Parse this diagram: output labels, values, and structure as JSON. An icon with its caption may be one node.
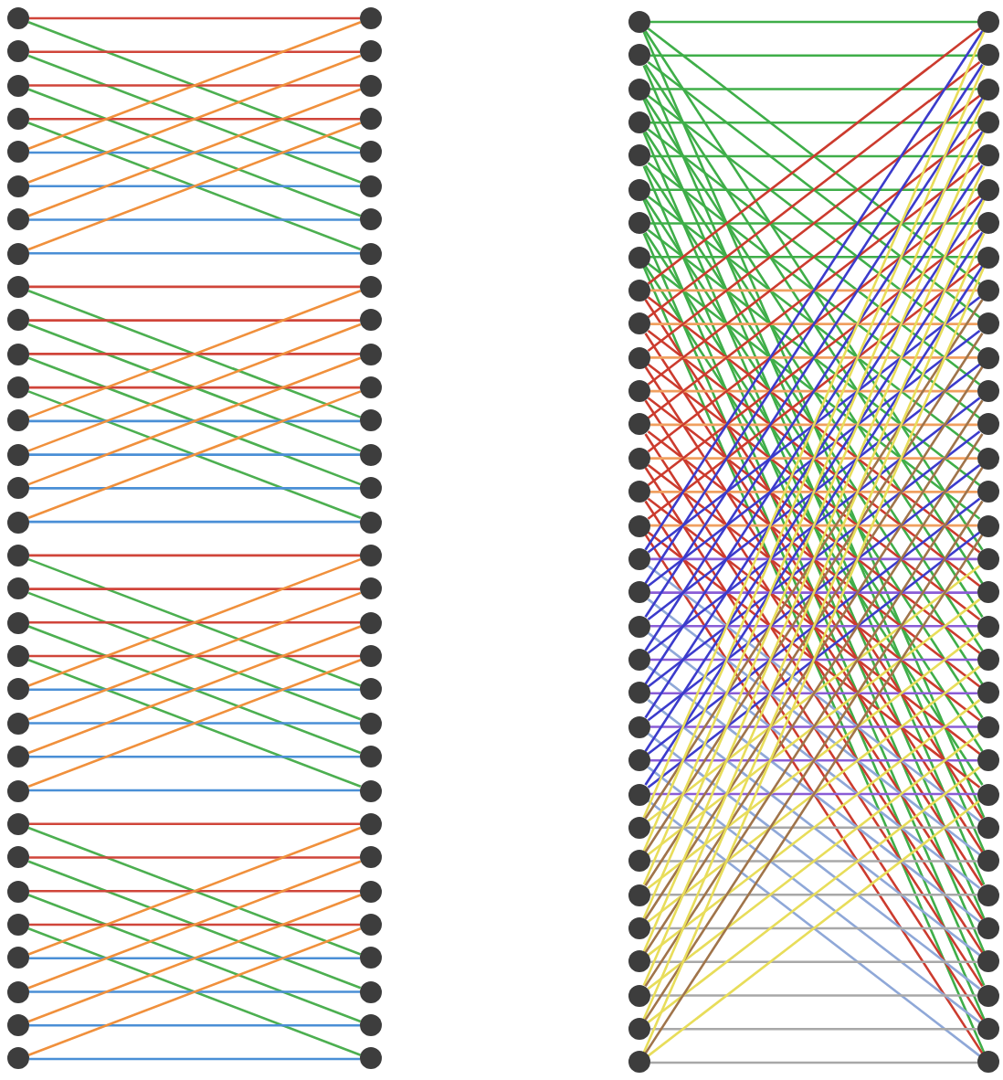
{
  "diagram": {
    "nodes": [
      {
        "text": [],
        "shape": "circle"
      },
      {
        "text": [],
        "shape": "circle"
      },
      {
        "text": [],
        "shape": "circle"
      },
      {
        "text": [],
        "shape": "circle"
      },
      {
        "text": [],
        "shape": "circle"
      },
      {
        "text": [],
        "shape": "circle"
      },
      {
        "text": [],
        "shape": "circle"
      },
      {
        "text": [],
        "shape": "circle"
      },
      {
        "text": [],
        "shape": "circle"
      },
      {
        "text": [],
        "shape": "circle"
      },
      {
        "text": [],
        "shape": "circle"
      },
      {
        "text": [],
        "shape": "circle"
      },
      {
        "text": [],
        "shape": "circle"
      },
      {
        "text": [],
        "shape": "circle"
      },
      {
        "text": [],
        "shape": "circle"
      },
      {
        "text": [],
        "shape": "circle"
      },
      {
        "text": [],
        "shape": "circle"
      },
      {
        "text": [],
        "shape": "circle"
      },
      {
        "text": [],
        "shape": "circle"
      },
      {
        "text": [],
        "shape": "circle"
      },
      {
        "text": [],
        "shape": "circle"
      },
      {
        "text": [],
        "shape": "circle"
      },
      {
        "text": [],
        "shape": "circle"
      },
      {
        "text": [],
        "shape": "circle"
      },
      {
        "text": [],
        "shape": "circle"
      },
      {
        "text": [],
        "shape": "circle"
      },
      {
        "text": [],
        "shape": "circle"
      },
      {
        "text": [],
        "shape": "circle"
      },
      {
        "text": [],
        "shape": "circle"
      },
      {
        "text": [],
        "shape": "circle"
      },
      {
        "text": [],
        "shape": "circle"
      },
      {
        "text": [],
        "shape": "circle"
      },
      {
        "text": [],
        "shape": "circle"
      },
      {
        "text": [],
        "shape": "circle"
      },
      {
        "text": [],
        "shape": "circle"
      },
      {
        "text": [],
        "shape": "circle"
      },
      {
        "text": [],
        "shape": "circle"
      },
      {
        "text": [],
        "shape": "circle"
      },
      {
        "text": [],
        "shape": "circle"
      },
      {
        "text": [],
        "shape": "circle"
      },
      {
        "text": [],
        "shape": "circle"
      },
      {
        "text": [],
        "shape": "circle"
      },
      {
        "text": [],
        "shape": "circle"
      },
      {
        "text": [],
        "shape": "circle"
      },
      {
        "text": [],
        "shape": "circle"
      },
      {
        "text": [],
        "shape": "circle"
      },
      {
        "text": [],
        "shape": "circle"
      },
      {
        "text": [],
        "shape": "circle"
      },
      {
        "text": [],
        "shape": "circle"
      },
      {
        "text": [],
        "shape": "circle"
      },
      {
        "text": [],
        "shape": "circle"
      },
      {
        "text": [],
        "shape": "circle"
      },
      {
        "text": [],
        "shape": "circle"
      },
      {
        "text": [],
        "shape": "circle"
      },
      {
        "text": [],
        "shape": "circle"
      },
      {
        "text": [],
        "shape": "circle"
      },
      {
        "text": [],
        "shape": "circle"
      },
      {
        "text": [],
        "shape": "circle"
      },
      {
        "text": [],
        "shape": "circle"
      },
      {
        "text": [],
        "shape": "circle"
      },
      {
        "text": [],
        "shape": "circle"
      },
      {
        "text": [],
        "shape": "circle"
      },
      {
        "text": [],
        "shape": "circle"
      },
      {
        "text": [],
        "shape": "circle"
      },
      {
        "text": [],
        "shape": "circle"
      },
      {
        "text": [],
        "shape": "circle"
      },
      {
        "text": [],
        "shape": "circle"
      },
      {
        "text": [],
        "shape": "circle"
      },
      {
        "text": [],
        "shape": "circle"
      },
      {
        "text": [],
        "shape": "circle"
      },
      {
        "text": [],
        "shape": "circle"
      },
      {
        "text": [],
        "shape": "circle"
      },
      {
        "text": [],
        "shape": "circle"
      },
      {
        "text": [],
        "shape": "circle"
      },
      {
        "text": [],
        "shape": "circle"
      },
      {
        "text": [],
        "shape": "circle"
      },
      {
        "text": [],
        "shape": "circle"
      },
      {
        "text": [],
        "shape": "circle"
      },
      {
        "text": [],
        "shape": "circle"
      },
      {
        "text": [],
        "shape": "circle"
      },
      {
        "text": [],
        "shape": "circle"
      },
      {
        "text": [],
        "shape": "circle"
      },
      {
        "text": [],
        "shape": "circle"
      },
      {
        "text": [],
        "shape": "circle"
      },
      {
        "text": [],
        "shape": "circle"
      },
      {
        "text": [],
        "shape": "circle"
      },
      {
        "text": [],
        "shape": "circle"
      },
      {
        "text": [],
        "shape": "circle"
      },
      {
        "text": [],
        "shape": "circle"
      },
      {
        "text": [],
        "shape": "circle"
      },
      {
        "text": [],
        "shape": "circle"
      },
      {
        "text": [],
        "shape": "circle"
      },
      {
        "text": [],
        "shape": "circle"
      },
      {
        "text": [],
        "shape": "circle"
      },
      {
        "text": [],
        "shape": "circle"
      },
      {
        "text": [],
        "shape": "circle"
      },
      {
        "text": [],
        "shape": "circle"
      },
      {
        "text": [],
        "shape": "circle"
      },
      {
        "text": [],
        "shape": "circle"
      },
      {
        "text": [],
        "shape": "circle"
      },
      {
        "text": [],
        "shape": "circle"
      },
      {
        "text": [],
        "shape": "circle"
      },
      {
        "text": [],
        "shape": "circle"
      },
      {
        "text": [],
        "shape": "circle"
      },
      {
        "text": [],
        "shape": "circle"
      },
      {
        "text": [],
        "shape": "circle"
      },
      {
        "text": [],
        "shape": "circle"
      },
      {
        "text": [],
        "shape": "circle"
      },
      {
        "text": [],
        "shape": "circle"
      },
      {
        "text": [],
        "shape": "circle"
      },
      {
        "text": [],
        "shape": "circle"
      },
      {
        "text": [],
        "shape": "circle"
      },
      {
        "text": [],
        "shape": "circle"
      },
      {
        "text": [],
        "shape": "circle"
      },
      {
        "text": [],
        "shape": "circle"
      },
      {
        "text": [],
        "shape": "circle"
      },
      {
        "text": [],
        "shape": "circle"
      },
      {
        "text": [],
        "shape": "circle"
      },
      {
        "text": [],
        "shape": "circle"
      },
      {
        "text": [],
        "shape": "circle"
      },
      {
        "text": [],
        "shape": "circle"
      },
      {
        "text": [],
        "shape": "circle"
      },
      {
        "text": [],
        "shape": "circle"
      },
      {
        "text": [],
        "shape": "circle"
      },
      {
        "text": [],
        "shape": "circle"
      },
      {
        "text": [],
        "shape": "circle"
      },
      {
        "text": [],
        "shape": "circle"
      },
      {
        "text": [],
        "shape": "circle"
      }
    ],
    "edges": [
      {
        "from": 0,
        "to": 32,
        "arrow": "none",
        "color": "#d0453a"
      },
      {
        "from": 0,
        "to": 36,
        "arrow": "none",
        "color": "#4caf50"
      },
      {
        "from": 1,
        "to": 33,
        "arrow": "none",
        "color": "#d0453a"
      },
      {
        "from": 1,
        "to": 37,
        "arrow": "none",
        "color": "#4caf50"
      },
      {
        "from": 2,
        "to": 34,
        "arrow": "none",
        "color": "#d0453a"
      },
      {
        "from": 2,
        "to": 38,
        "arrow": "none",
        "color": "#4caf50"
      },
      {
        "from": 3,
        "to": 35,
        "arrow": "none",
        "color": "#d0453a"
      },
      {
        "from": 3,
        "to": 39,
        "arrow": "none",
        "color": "#4caf50"
      },
      {
        "from": 4,
        "to": 36,
        "arrow": "none",
        "color": "#4a8fd6"
      },
      {
        "from": 4,
        "to": 32,
        "arrow": "none",
        "color": "#f0903c"
      },
      {
        "from": 5,
        "to": 37,
        "arrow": "none",
        "color": "#4a8fd6"
      },
      {
        "from": 5,
        "to": 33,
        "arrow": "none",
        "color": "#f0903c"
      },
      {
        "from": 6,
        "to": 38,
        "arrow": "none",
        "color": "#4a8fd6"
      },
      {
        "from": 6,
        "to": 34,
        "arrow": "none",
        "color": "#f0903c"
      },
      {
        "from": 7,
        "to": 39,
        "arrow": "none",
        "color": "#4a8fd6"
      },
      {
        "from": 7,
        "to": 35,
        "arrow": "none",
        "color": "#f0903c"
      },
      {
        "from": 8,
        "to": 40,
        "arrow": "none",
        "color": "#d0453a"
      },
      {
        "from": 8,
        "to": 44,
        "arrow": "none",
        "color": "#4caf50"
      },
      {
        "from": 9,
        "to": 41,
        "arrow": "none",
        "color": "#d0453a"
      },
      {
        "from": 9,
        "to": 45,
        "arrow": "none",
        "color": "#4caf50"
      },
      {
        "from": 10,
        "to": 42,
        "arrow": "none",
        "color": "#d0453a"
      },
      {
        "from": 10,
        "to": 46,
        "arrow": "none",
        "color": "#4caf50"
      },
      {
        "from": 11,
        "to": 43,
        "arrow": "none",
        "color": "#d0453a"
      },
      {
        "from": 11,
        "to": 47,
        "arrow": "none",
        "color": "#4caf50"
      },
      {
        "from": 12,
        "to": 44,
        "arrow": "none",
        "color": "#4a8fd6"
      },
      {
        "from": 12,
        "to": 40,
        "arrow": "none",
        "color": "#f0903c"
      },
      {
        "from": 13,
        "to": 45,
        "arrow": "none",
        "color": "#4a8fd6"
      },
      {
        "from": 13,
        "to": 41,
        "arrow": "none",
        "color": "#f0903c"
      },
      {
        "from": 14,
        "to": 46,
        "arrow": "none",
        "color": "#4a8fd6"
      },
      {
        "from": 14,
        "to": 42,
        "arrow": "none",
        "color": "#f0903c"
      },
      {
        "from": 15,
        "to": 47,
        "arrow": "none",
        "color": "#4a8fd6"
      },
      {
        "from": 15,
        "to": 43,
        "arrow": "none",
        "color": "#f0903c"
      },
      {
        "from": 16,
        "to": 48,
        "arrow": "none",
        "color": "#d0453a"
      },
      {
        "from": 16,
        "to": 52,
        "arrow": "none",
        "color": "#4caf50"
      },
      {
        "from": 17,
        "to": 49,
        "arrow": "none",
        "color": "#d0453a"
      },
      {
        "from": 17,
        "to": 53,
        "arrow": "none",
        "color": "#4caf50"
      },
      {
        "from": 18,
        "to": 50,
        "arrow": "none",
        "color": "#d0453a"
      },
      {
        "from": 18,
        "to": 54,
        "arrow": "none",
        "color": "#4caf50"
      },
      {
        "from": 19,
        "to": 51,
        "arrow": "none",
        "color": "#d0453a"
      },
      {
        "from": 19,
        "to": 55,
        "arrow": "none",
        "color": "#4caf50"
      },
      {
        "from": 20,
        "to": 52,
        "arrow": "none",
        "color": "#4a8fd6"
      },
      {
        "from": 20,
        "to": 48,
        "arrow": "none",
        "color": "#f0903c"
      },
      {
        "from": 21,
        "to": 53,
        "arrow": "none",
        "color": "#4a8fd6"
      },
      {
        "from": 21,
        "to": 49,
        "arrow": "none",
        "color": "#f0903c"
      },
      {
        "from": 22,
        "to": 54,
        "arrow": "none",
        "color": "#4a8fd6"
      },
      {
        "from": 22,
        "to": 50,
        "arrow": "none",
        "color": "#f0903c"
      },
      {
        "from": 23,
        "to": 55,
        "arrow": "none",
        "color": "#4a8fd6"
      },
      {
        "from": 23,
        "to": 51,
        "arrow": "none",
        "color": "#f0903c"
      },
      {
        "from": 24,
        "to": 56,
        "arrow": "none",
        "color": "#d0453a"
      },
      {
        "from": 24,
        "to": 60,
        "arrow": "none",
        "color": "#4caf50"
      },
      {
        "from": 25,
        "to": 57,
        "arrow": "none",
        "color": "#d0453a"
      },
      {
        "from": 25,
        "to": 61,
        "arrow": "none",
        "color": "#4caf50"
      },
      {
        "from": 26,
        "to": 58,
        "arrow": "none",
        "color": "#d0453a"
      },
      {
        "from": 26,
        "to": 62,
        "arrow": "none",
        "color": "#4caf50"
      },
      {
        "from": 27,
        "to": 59,
        "arrow": "none",
        "color": "#d0453a"
      },
      {
        "from": 27,
        "to": 63,
        "arrow": "none",
        "color": "#4caf50"
      },
      {
        "from": 28,
        "to": 60,
        "arrow": "none",
        "color": "#4a8fd6"
      },
      {
        "from": 28,
        "to": 56,
        "arrow": "none",
        "color": "#f0903c"
      },
      {
        "from": 29,
        "to": 61,
        "arrow": "none",
        "color": "#4a8fd6"
      },
      {
        "from": 29,
        "to": 57,
        "arrow": "none",
        "color": "#f0903c"
      },
      {
        "from": 30,
        "to": 62,
        "arrow": "none",
        "color": "#4a8fd6"
      },
      {
        "from": 30,
        "to": 58,
        "arrow": "none",
        "color": "#f0903c"
      },
      {
        "from": 31,
        "to": 63,
        "arrow": "none",
        "color": "#4a8fd6"
      },
      {
        "from": 31,
        "to": 59,
        "arrow": "none",
        "color": "#f0903c"
      },
      {
        "from": 64,
        "to": 96,
        "arrow": "none",
        "color": "#3fae49"
      },
      {
        "from": 64,
        "to": 104,
        "arrow": "none",
        "color": "#3fae49"
      },
      {
        "from": 64,
        "to": 112,
        "arrow": "none",
        "color": "#3fae49"
      },
      {
        "from": 64,
        "to": 120,
        "arrow": "none",
        "color": "#3fae49"
      },
      {
        "from": 65,
        "to": 97,
        "arrow": "none",
        "color": "#3fae49"
      },
      {
        "from": 65,
        "to": 105,
        "arrow": "none",
        "color": "#3fae49"
      },
      {
        "from": 65,
        "to": 113,
        "arrow": "none",
        "color": "#3fae49"
      },
      {
        "from": 65,
        "to": 121,
        "arrow": "none",
        "color": "#3fae49"
      },
      {
        "from": 66,
        "to": 98,
        "arrow": "none",
        "color": "#3fae49"
      },
      {
        "from": 66,
        "to": 106,
        "arrow": "none",
        "color": "#3fae49"
      },
      {
        "from": 66,
        "to": 114,
        "arrow": "none",
        "color": "#3fae49"
      },
      {
        "from": 66,
        "to": 122,
        "arrow": "none",
        "color": "#3fae49"
      },
      {
        "from": 67,
        "to": 99,
        "arrow": "none",
        "color": "#3fae49"
      },
      {
        "from": 67,
        "to": 107,
        "arrow": "none",
        "color": "#3fae49"
      },
      {
        "from": 67,
        "to": 115,
        "arrow": "none",
        "color": "#3fae49"
      },
      {
        "from": 67,
        "to": 123,
        "arrow": "none",
        "color": "#3fae49"
      },
      {
        "from": 68,
        "to": 100,
        "arrow": "none",
        "color": "#3fae49"
      },
      {
        "from": 68,
        "to": 108,
        "arrow": "none",
        "color": "#3fae49"
      },
      {
        "from": 68,
        "to": 116,
        "arrow": "none",
        "color": "#3fae49"
      },
      {
        "from": 68,
        "to": 124,
        "arrow": "none",
        "color": "#3fae49"
      },
      {
        "from": 69,
        "to": 101,
        "arrow": "none",
        "color": "#3fae49"
      },
      {
        "from": 69,
        "to": 109,
        "arrow": "none",
        "color": "#3fae49"
      },
      {
        "from": 69,
        "to": 117,
        "arrow": "none",
        "color": "#3fae49"
      },
      {
        "from": 69,
        "to": 125,
        "arrow": "none",
        "color": "#3fae49"
      },
      {
        "from": 70,
        "to": 102,
        "arrow": "none",
        "color": "#3fae49"
      },
      {
        "from": 70,
        "to": 110,
        "arrow": "none",
        "color": "#3fae49"
      },
      {
        "from": 70,
        "to": 118,
        "arrow": "none",
        "color": "#3fae49"
      },
      {
        "from": 70,
        "to": 126,
        "arrow": "none",
        "color": "#3fae49"
      },
      {
        "from": 71,
        "to": 103,
        "arrow": "none",
        "color": "#3fae49"
      },
      {
        "from": 71,
        "to": 111,
        "arrow": "none",
        "color": "#3fae49"
      },
      {
        "from": 71,
        "to": 119,
        "arrow": "none",
        "color": "#3fae49"
      },
      {
        "from": 71,
        "to": 127,
        "arrow": "none",
        "color": "#3fae49"
      },
      {
        "from": 72,
        "to": 96,
        "arrow": "none",
        "color": "#cc3b2e"
      },
      {
        "from": 72,
        "to": 104,
        "arrow": "none",
        "color": "#f0a060"
      },
      {
        "from": 72,
        "to": 112,
        "arrow": "none",
        "color": "#cc3b2e"
      },
      {
        "from": 72,
        "to": 120,
        "arrow": "none",
        "color": "#cc3b2e"
      },
      {
        "from": 73,
        "to": 97,
        "arrow": "none",
        "color": "#cc3b2e"
      },
      {
        "from": 73,
        "to": 105,
        "arrow": "none",
        "color": "#f0a060"
      },
      {
        "from": 73,
        "to": 113,
        "arrow": "none",
        "color": "#cc3b2e"
      },
      {
        "from": 73,
        "to": 121,
        "arrow": "none",
        "color": "#cc3b2e"
      },
      {
        "from": 74,
        "to": 98,
        "arrow": "none",
        "color": "#cc3b2e"
      },
      {
        "from": 74,
        "to": 106,
        "arrow": "none",
        "color": "#f0a060"
      },
      {
        "from": 74,
        "to": 114,
        "arrow": "none",
        "color": "#cc3b2e"
      },
      {
        "from": 74,
        "to": 122,
        "arrow": "none",
        "color": "#cc3b2e"
      },
      {
        "from": 75,
        "to": 99,
        "arrow": "none",
        "color": "#cc3b2e"
      },
      {
        "from": 75,
        "to": 107,
        "arrow": "none",
        "color": "#f0a060"
      },
      {
        "from": 75,
        "to": 115,
        "arrow": "none",
        "color": "#cc3b2e"
      },
      {
        "from": 75,
        "to": 123,
        "arrow": "none",
        "color": "#cc3b2e"
      },
      {
        "from": 76,
        "to": 100,
        "arrow": "none",
        "color": "#cc3b2e"
      },
      {
        "from": 76,
        "to": 108,
        "arrow": "none",
        "color": "#f0a060"
      },
      {
        "from": 76,
        "to": 116,
        "arrow": "none",
        "color": "#cc3b2e"
      },
      {
        "from": 76,
        "to": 124,
        "arrow": "none",
        "color": "#cc3b2e"
      },
      {
        "from": 77,
        "to": 101,
        "arrow": "none",
        "color": "#cc3b2e"
      },
      {
        "from": 77,
        "to": 109,
        "arrow": "none",
        "color": "#f0a060"
      },
      {
        "from": 77,
        "to": 117,
        "arrow": "none",
        "color": "#cc3b2e"
      },
      {
        "from": 77,
        "to": 125,
        "arrow": "none",
        "color": "#cc3b2e"
      },
      {
        "from": 78,
        "to": 102,
        "arrow": "none",
        "color": "#cc3b2e"
      },
      {
        "from": 78,
        "to": 110,
        "arrow": "none",
        "color": "#f0a060"
      },
      {
        "from": 78,
        "to": 118,
        "arrow": "none",
        "color": "#cc3b2e"
      },
      {
        "from": 78,
        "to": 126,
        "arrow": "none",
        "color": "#cc3b2e"
      },
      {
        "from": 79,
        "to": 103,
        "arrow": "none",
        "color": "#cc3b2e"
      },
      {
        "from": 79,
        "to": 111,
        "arrow": "none",
        "color": "#f0a060"
      },
      {
        "from": 79,
        "to": 119,
        "arrow": "none",
        "color": "#cc3b2e"
      },
      {
        "from": 79,
        "to": 127,
        "arrow": "none",
        "color": "#cc3b2e"
      },
      {
        "from": 80,
        "to": 96,
        "arrow": "none",
        "color": "#3b3bcc"
      },
      {
        "from": 80,
        "to": 104,
        "arrow": "none",
        "color": "#3b3bcc"
      },
      {
        "from": 80,
        "to": 112,
        "arrow": "none",
        "color": "#8a5cd6"
      },
      {
        "from": 80,
        "to": 120,
        "arrow": "none",
        "color": "#8fa8d8"
      },
      {
        "from": 81,
        "to": 97,
        "arrow": "none",
        "color": "#3b3bcc"
      },
      {
        "from": 81,
        "to": 105,
        "arrow": "none",
        "color": "#3b3bcc"
      },
      {
        "from": 81,
        "to": 113,
        "arrow": "none",
        "color": "#8a5cd6"
      },
      {
        "from": 81,
        "to": 121,
        "arrow": "none",
        "color": "#8fa8d8"
      },
      {
        "from": 82,
        "to": 98,
        "arrow": "none",
        "color": "#3b3bcc"
      },
      {
        "from": 82,
        "to": 106,
        "arrow": "none",
        "color": "#3b3bcc"
      },
      {
        "from": 82,
        "to": 114,
        "arrow": "none",
        "color": "#8a5cd6"
      },
      {
        "from": 82,
        "to": 122,
        "arrow": "none",
        "color": "#8fa8d8"
      },
      {
        "from": 83,
        "to": 99,
        "arrow": "none",
        "color": "#3b3bcc"
      },
      {
        "from": 83,
        "to": 107,
        "arrow": "none",
        "color": "#3b3bcc"
      },
      {
        "from": 83,
        "to": 115,
        "arrow": "none",
        "color": "#8a5cd6"
      },
      {
        "from": 83,
        "to": 123,
        "arrow": "none",
        "color": "#8fa8d8"
      },
      {
        "from": 84,
        "to": 100,
        "arrow": "none",
        "color": "#3b3bcc"
      },
      {
        "from": 84,
        "to": 108,
        "arrow": "none",
        "color": "#3b3bcc"
      },
      {
        "from": 84,
        "to": 116,
        "arrow": "none",
        "color": "#8a5cd6"
      },
      {
        "from": 84,
        "to": 124,
        "arrow": "none",
        "color": "#8fa8d8"
      },
      {
        "from": 85,
        "to": 101,
        "arrow": "none",
        "color": "#3b3bcc"
      },
      {
        "from": 85,
        "to": 109,
        "arrow": "none",
        "color": "#3b3bcc"
      },
      {
        "from": 85,
        "to": 117,
        "arrow": "none",
        "color": "#8a5cd6"
      },
      {
        "from": 85,
        "to": 125,
        "arrow": "none",
        "color": "#8fa8d8"
      },
      {
        "from": 86,
        "to": 102,
        "arrow": "none",
        "color": "#3b3bcc"
      },
      {
        "from": 86,
        "to": 110,
        "arrow": "none",
        "color": "#3b3bcc"
      },
      {
        "from": 86,
        "to": 118,
        "arrow": "none",
        "color": "#8a5cd6"
      },
      {
        "from": 86,
        "to": 126,
        "arrow": "none",
        "color": "#8fa8d8"
      },
      {
        "from": 87,
        "to": 103,
        "arrow": "none",
        "color": "#3b3bcc"
      },
      {
        "from": 87,
        "to": 111,
        "arrow": "none",
        "color": "#3b3bcc"
      },
      {
        "from": 87,
        "to": 119,
        "arrow": "none",
        "color": "#8a5cd6"
      },
      {
        "from": 87,
        "to": 127,
        "arrow": "none",
        "color": "#8fa8d8"
      },
      {
        "from": 88,
        "to": 96,
        "arrow": "none",
        "color": "#e8dd5a"
      },
      {
        "from": 88,
        "to": 104,
        "arrow": "none",
        "color": "#a0744a"
      },
      {
        "from": 88,
        "to": 112,
        "arrow": "none",
        "color": "#e8dd5a"
      },
      {
        "from": 88,
        "to": 120,
        "arrow": "none",
        "color": "#a8a8a8"
      },
      {
        "from": 89,
        "to": 97,
        "arrow": "none",
        "color": "#e8dd5a"
      },
      {
        "from": 89,
        "to": 105,
        "arrow": "none",
        "color": "#a0744a"
      },
      {
        "from": 89,
        "to": 113,
        "arrow": "none",
        "color": "#e8dd5a"
      },
      {
        "from": 89,
        "to": 121,
        "arrow": "none",
        "color": "#a8a8a8"
      },
      {
        "from": 90,
        "to": 98,
        "arrow": "none",
        "color": "#e8dd5a"
      },
      {
        "from": 90,
        "to": 106,
        "arrow": "none",
        "color": "#a0744a"
      },
      {
        "from": 90,
        "to": 114,
        "arrow": "none",
        "color": "#e8dd5a"
      },
      {
        "from": 90,
        "to": 122,
        "arrow": "none",
        "color": "#a8a8a8"
      },
      {
        "from": 91,
        "to": 99,
        "arrow": "none",
        "color": "#e8dd5a"
      },
      {
        "from": 91,
        "to": 107,
        "arrow": "none",
        "color": "#a0744a"
      },
      {
        "from": 91,
        "to": 115,
        "arrow": "none",
        "color": "#e8dd5a"
      },
      {
        "from": 91,
        "to": 123,
        "arrow": "none",
        "color": "#a8a8a8"
      },
      {
        "from": 92,
        "to": 100,
        "arrow": "none",
        "color": "#e8dd5a"
      },
      {
        "from": 92,
        "to": 108,
        "arrow": "none",
        "color": "#a0744a"
      },
      {
        "from": 92,
        "to": 116,
        "arrow": "none",
        "color": "#e8dd5a"
      },
      {
        "from": 92,
        "to": 124,
        "arrow": "none",
        "color": "#a8a8a8"
      },
      {
        "from": 93,
        "to": 101,
        "arrow": "none",
        "color": "#e8dd5a"
      },
      {
        "from": 93,
        "to": 109,
        "arrow": "none",
        "color": "#a0744a"
      },
      {
        "from": 93,
        "to": 117,
        "arrow": "none",
        "color": "#e8dd5a"
      },
      {
        "from": 93,
        "to": 125,
        "arrow": "none",
        "color": "#a8a8a8"
      },
      {
        "from": 94,
        "to": 102,
        "arrow": "none",
        "color": "#e8dd5a"
      },
      {
        "from": 94,
        "to": 110,
        "arrow": "none",
        "color": "#a0744a"
      },
      {
        "from": 94,
        "to": 118,
        "arrow": "none",
        "color": "#e8dd5a"
      },
      {
        "from": 94,
        "to": 126,
        "arrow": "none",
        "color": "#a8a8a8"
      },
      {
        "from": 95,
        "to": 103,
        "arrow": "none",
        "color": "#e8dd5a"
      },
      {
        "from": 95,
        "to": 111,
        "arrow": "none",
        "color": "#a0744a"
      },
      {
        "from": 95,
        "to": 119,
        "arrow": "none",
        "color": "#e8dd5a"
      },
      {
        "from": 95,
        "to": 127,
        "arrow": "none",
        "color": "#a8a8a8"
      }
    ]
  }
}
